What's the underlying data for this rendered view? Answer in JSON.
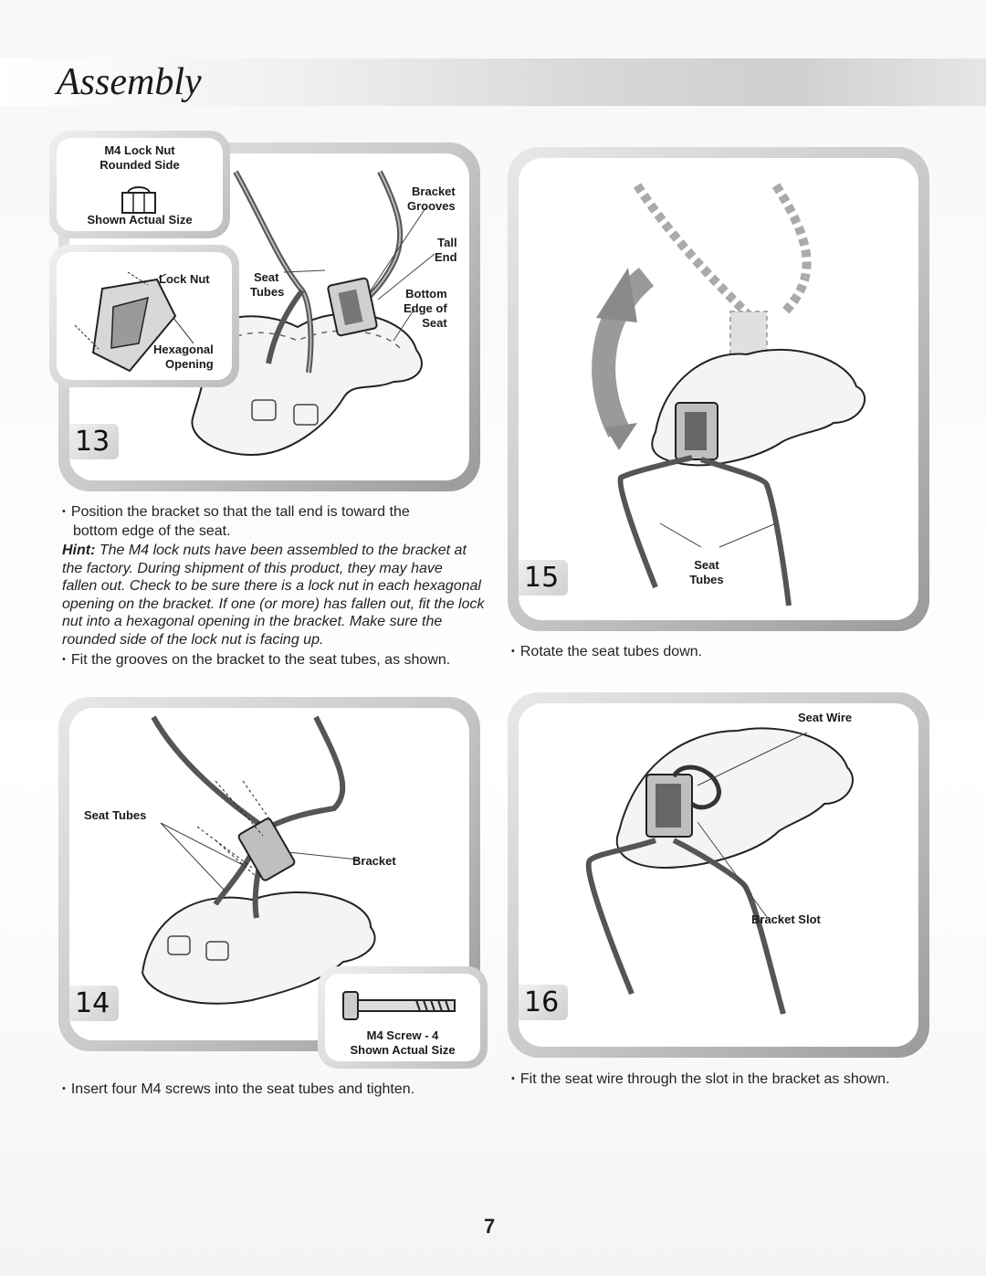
{
  "header": {
    "title": "Assembly"
  },
  "steps": {
    "s13": {
      "number": "13",
      "inset_locknut": {
        "line1": "M4 Lock Nut",
        "line2": "Rounded Side",
        "caption": "Shown Actual Size"
      },
      "inset_bracket": {
        "lock_nut": "Lock Nut",
        "hex1": "Hexagonal",
        "hex2": "Opening"
      },
      "callouts": {
        "bracket_grooves_1": "Bracket",
        "bracket_grooves_2": "Grooves",
        "tall_end_1": "Tall",
        "tall_end_2": "End",
        "seat_tubes_1": "Seat",
        "seat_tubes_2": "Tubes",
        "bottom_edge_1": "Bottom",
        "bottom_edge_2": "Edge of",
        "bottom_edge_3": "Seat"
      },
      "bullet1_line1": "Position the bracket so that the tall end is toward the",
      "bullet1_line2": "bottom edge of the seat.",
      "hint_label": "Hint:",
      "hint_line1": " The M4 lock nuts have been assembled to the bracket at",
      "hint_line2": "the factory. During shipment of this product, they may have",
      "hint_line3": "fallen out. Check to be sure there is a lock nut in each hexagonal",
      "hint_line4": "opening on the bracket. If one (or more) has fallen out, fit the lock",
      "hint_line5": "nut into a hexagonal opening in the bracket. Make sure the",
      "hint_line6": "rounded side of the lock nut is facing up.",
      "bullet2": "Fit the grooves on the bracket to the seat tubes, as shown."
    },
    "s14": {
      "number": "14",
      "callouts": {
        "seat_tubes": "Seat Tubes",
        "bracket": "Bracket"
      },
      "inset_screw": {
        "line1": "M4 Screw - 4",
        "line2": "Shown Actual Size"
      },
      "bullet": "Insert four M4 screws into the seat tubes and tighten."
    },
    "s15": {
      "number": "15",
      "callouts": {
        "seat_tubes_1": "Seat",
        "seat_tubes_2": "Tubes"
      },
      "bullet": "Rotate the seat tubes down."
    },
    "s16": {
      "number": "16",
      "callouts": {
        "seat_wire": "Seat Wire",
        "bracket_slot": "Bracket Slot"
      },
      "bullet": "Fit the seat wire through the slot in the bracket as shown."
    }
  },
  "footer": {
    "page_number": "7"
  }
}
